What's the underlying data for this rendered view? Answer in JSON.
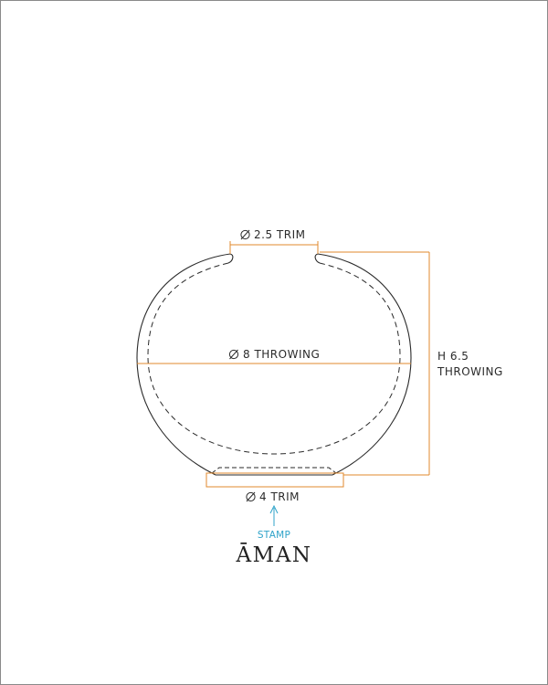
{
  "colors": {
    "frame": "#8a8a8a",
    "outline": "#2a2a2a",
    "dimension": "#e08a2e",
    "stamp": "#2fa3c9"
  },
  "icons": {
    "diameter": "diameter-symbol-icon",
    "arrow": "arrow-up-icon"
  },
  "dimensions": {
    "top_opening": {
      "label": "2.5 TRIM"
    },
    "max_width": {
      "label": "8 THROWING"
    },
    "foot": {
      "label": "4 TRIM"
    },
    "height": {
      "line1": "H 6.5",
      "line2": "THROWING"
    }
  },
  "stamp": {
    "label": "STAMP",
    "logo_text": "ĀMAN"
  }
}
